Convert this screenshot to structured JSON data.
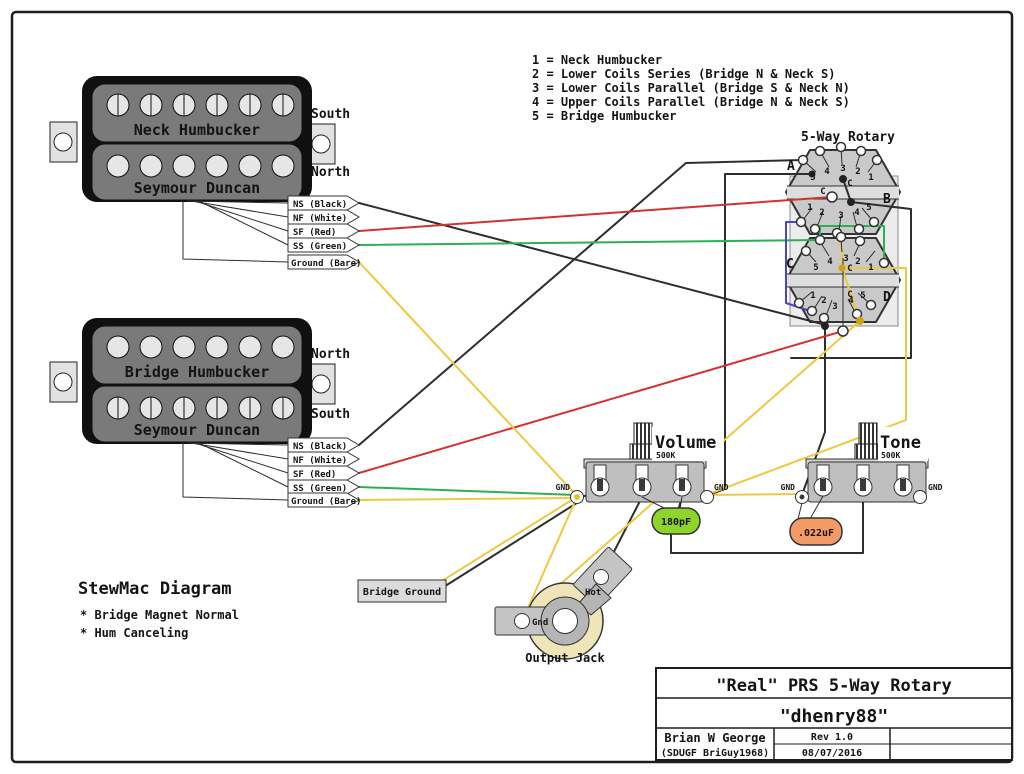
{
  "page": {
    "bg": "#ffffff",
    "border": "#1c1c1c"
  },
  "legend": {
    "items": [
      "1 = Neck Humbucker",
      "2 = Lower Coils Series (Bridge N & Neck S)",
      "3 = Lower Coils Parallel (Bridge S & Neck N)",
      "4 = Upper Coils Parallel (Bridge N & Neck S)",
      "5 = Bridge Humbucker"
    ]
  },
  "rotary": {
    "title": "5-Way Rotary",
    "section_a": "A",
    "section_b": "B",
    "section_c": "C",
    "section_d": "D",
    "common": "C",
    "top_numbers": [
      "5",
      "4",
      "3",
      "2",
      "1"
    ],
    "bottom_numbers": [
      "1",
      "2",
      "3",
      "4",
      "5"
    ]
  },
  "pickups": {
    "neck": {
      "name": "Neck Humbucker",
      "brand": "Seymour Duncan",
      "top_pole": "South",
      "bottom_pole": "North",
      "wires": [
        "NS (Black)",
        "NF (White)",
        "SF (Red)",
        "SS (Green)",
        "Ground (Bare)"
      ]
    },
    "bridge": {
      "name": "Bridge Humbucker",
      "brand": "Seymour Duncan",
      "top_pole": "North",
      "bottom_pole": "South",
      "wires": [
        "NS (Black)",
        "NF (White)",
        "SF (Red)",
        "SS (Green)",
        "Ground (Bare)"
      ]
    }
  },
  "pots": {
    "volume": {
      "name": "Volume",
      "value": "500K"
    },
    "tone": {
      "name": "Tone",
      "value": "500K"
    },
    "gnd_label": "GND"
  },
  "caps": {
    "volume": {
      "value": "180pF",
      "color": "#8fd42a"
    },
    "tone": {
      "value": ".022uF",
      "color": "#f49a66"
    }
  },
  "jack": {
    "name": "Output Jack",
    "gnd": "Gnd",
    "hot": "Hot"
  },
  "bridge_ground": {
    "label": "Bridge Ground"
  },
  "notes": {
    "title": "StewMac Diagram",
    "items": [
      "* Bridge Magnet Normal",
      "* Hum Canceling"
    ]
  },
  "title_block": {
    "title": "\"Real\" PRS 5-Way Rotary",
    "handle": "\"dhenry88\"",
    "author": "Brian W George",
    "author_alias": "(SDUGF BriGuy1968)",
    "revision": "Rev 1.0",
    "date": "08/07/2016"
  },
  "wire_colors": {
    "black": "#2e2e2e",
    "red": "#d63030",
    "green": "#2fae57",
    "yellow": "#eec83e",
    "blue": "#4447c9"
  }
}
